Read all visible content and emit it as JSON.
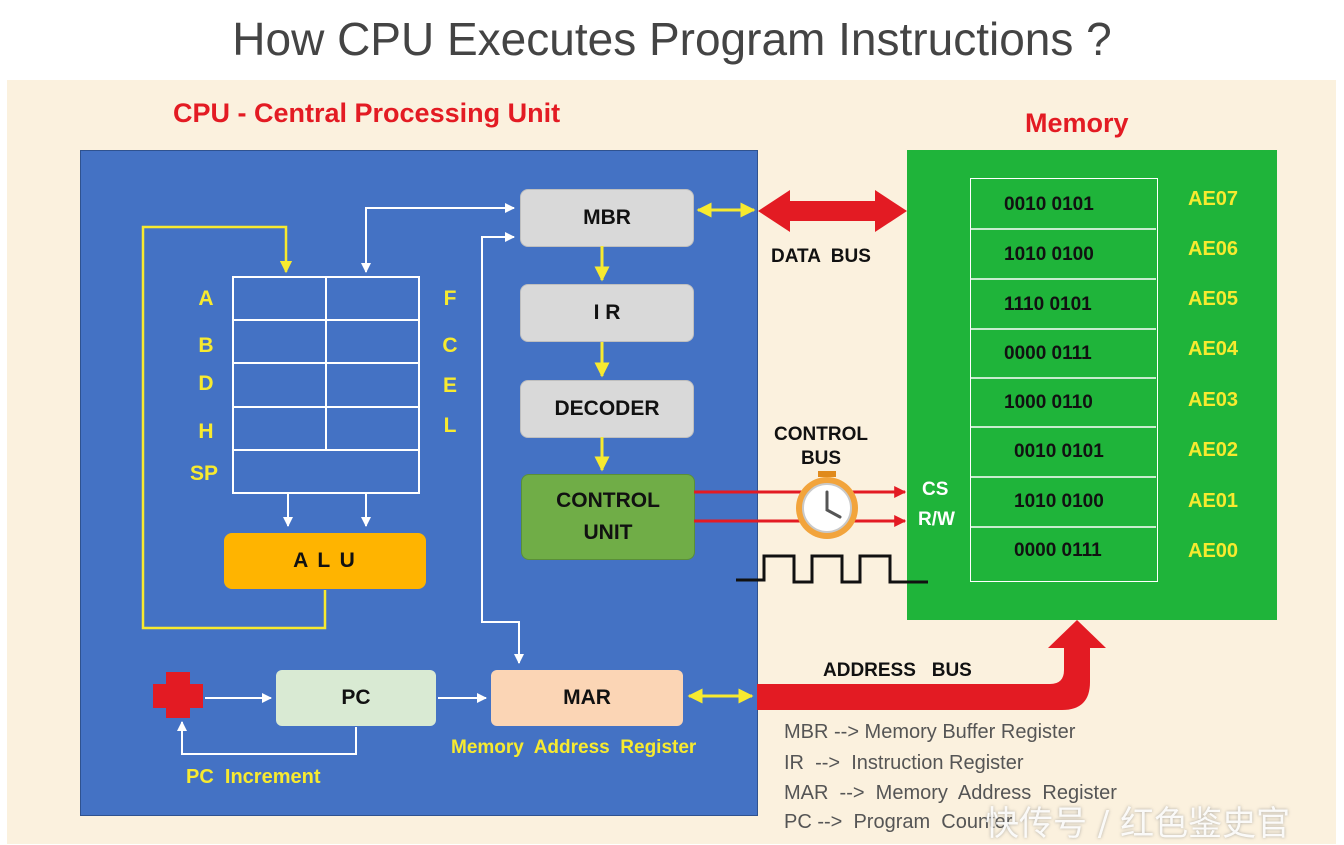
{
  "title": "How CPU Executes Program Instructions ?",
  "cpu": {
    "heading": "CPU - Central Processing Unit",
    "registers_left": [
      "A",
      "B",
      "D",
      "H",
      "SP"
    ],
    "registers_right": [
      "F",
      "C",
      "E",
      "L"
    ],
    "alu": "A L U",
    "mbr": "MBR",
    "ir": "I R",
    "decoder": "DECODER",
    "control_unit_line1": "CONTROL",
    "control_unit_line2": "UNIT",
    "pc": "PC",
    "mar": "MAR",
    "mar_caption": "Memory  Address  Register",
    "pc_increment": "PC  Increment"
  },
  "buses": {
    "data": "DATA  BUS",
    "control_line1": "CONTROL",
    "control_line2": "BUS",
    "address": "ADDRESS   BUS",
    "cs": "CS",
    "rw": "R/W"
  },
  "memory": {
    "heading": "Memory",
    "rows": [
      {
        "value": "0010 0101",
        "address": "AE07"
      },
      {
        "value": "1010 0100",
        "address": "AE06"
      },
      {
        "value": "1110 0101",
        "address": "AE05"
      },
      {
        "value": "0000 0111",
        "address": "AE04"
      },
      {
        "value": "1000 0110",
        "address": "AE03"
      },
      {
        "value": "0010 0101",
        "address": "AE02"
      },
      {
        "value": "1010 0100",
        "address": "AE01"
      },
      {
        "value": "0000 0111",
        "address": "AE00"
      }
    ]
  },
  "legend": [
    "MBR --> Memory Buffer Register",
    "IR  -->  Instruction Register",
    "MAR  -->  Memory  Address  Register",
    "PC -->  Program  Counter"
  ],
  "watermark": "快传号 / 红色鉴史官",
  "colors": {
    "cpu_fill": "#4472c4",
    "memory_fill": "#1fb43a",
    "heading_red": "#e31b23",
    "label_yellow": "#f7ea2f",
    "bus_red": "#e31b23",
    "alu_orange": "#ffb400",
    "control_green": "#70ad47",
    "mar_peach": "#fbd5b5",
    "pc_green": "#d9ead3"
  }
}
